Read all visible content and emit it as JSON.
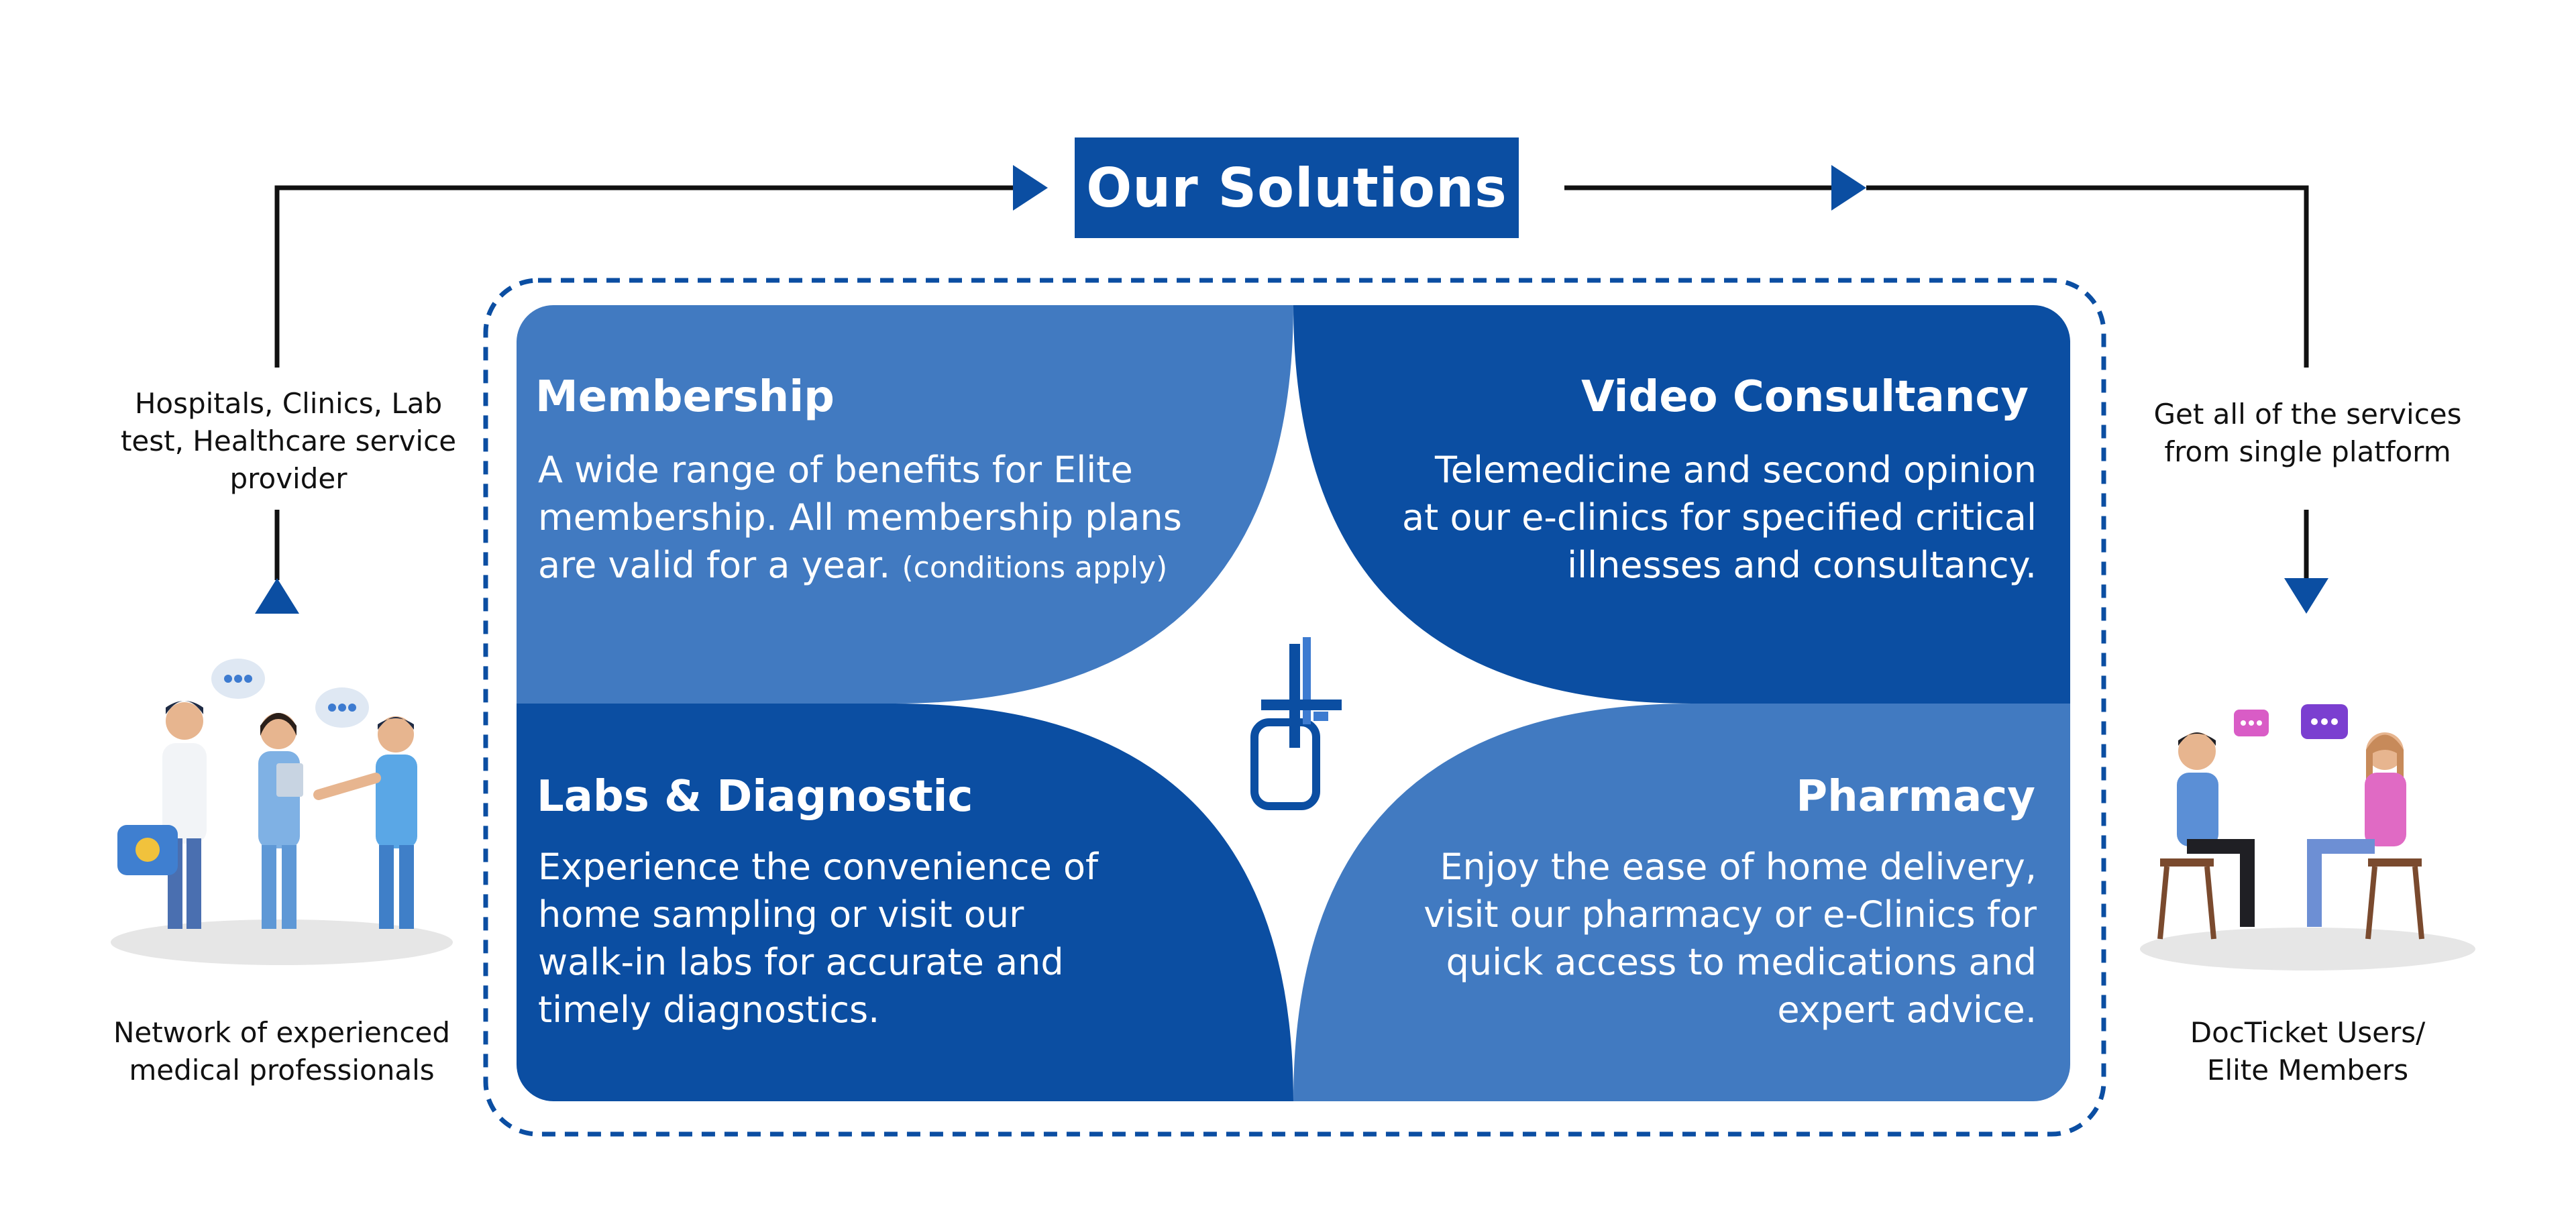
{
  "title": "Our Solutions",
  "left_panel": {
    "top_label": "Hospitals, Clinics, Lab\ntest, Healthcare service\nprovider",
    "bottom_label": "Network of experienced\nmedical professionals",
    "illustration": "medical-team-illustration"
  },
  "right_panel": {
    "top_label": "Get all of the services\nfrom single platform",
    "bottom_label": "DocTicket Users/\nElite Members",
    "illustration": "users-chatting-illustration"
  },
  "solutions": [
    {
      "title": "Membership",
      "description": "A wide range of benefits for Elite\nmembership. All membership plans\nare valid for a year.",
      "note": "(conditions apply)"
    },
    {
      "title": "Video Consultancy",
      "description": "Telemedicine and second opinion\nat our e-clinics for specified critical\nillnesses and consultancy."
    },
    {
      "title": "Labs & Diagnostic",
      "description": "Experience the convenience of\nhome sampling or visit our\nwalk-in labs for accurate and\ntimely diagnostics."
    },
    {
      "title": "Pharmacy",
      "description": "Enjoy the ease of home delivery,\nvisit our pharmacy or e-Clinics for\nquick access to medications and\nexpert advice."
    }
  ],
  "center_icon": "docticket-cross-logo-icon",
  "colors": {
    "dark_blue": "#0b4ea2",
    "light_blue": "#417ac1",
    "line": "#111111",
    "white": "#ffffff"
  }
}
